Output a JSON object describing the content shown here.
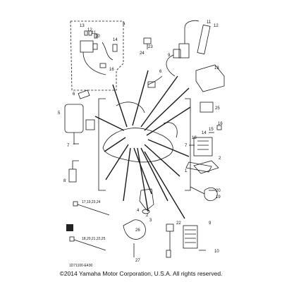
{
  "callouts": {
    "n1": "1",
    "n2": "2",
    "n3": "3",
    "n4": "4",
    "n5": "5",
    "n6": "6",
    "n7": "7",
    "n8": "8",
    "n9": "9",
    "n10": "10",
    "n11": "11",
    "n12": "12",
    "n13": "13",
    "n14": "14",
    "n15": "15",
    "n16": "16",
    "n18": "18",
    "n19": "19",
    "n20": "20",
    "n22": "22",
    "n23": "23",
    "n24": "24",
    "n25": "25",
    "n26": "26",
    "n27": "27",
    "g_17_19_23_24": "17,19,23,24",
    "g_18_20_21_22_25": "18,20,21,22,25",
    "a": "a"
  },
  "drawing_code": "1D71100-E430",
  "copyright": "©2014 Yamaha Motor Corporation, U.S.A. All rights reserved."
}
